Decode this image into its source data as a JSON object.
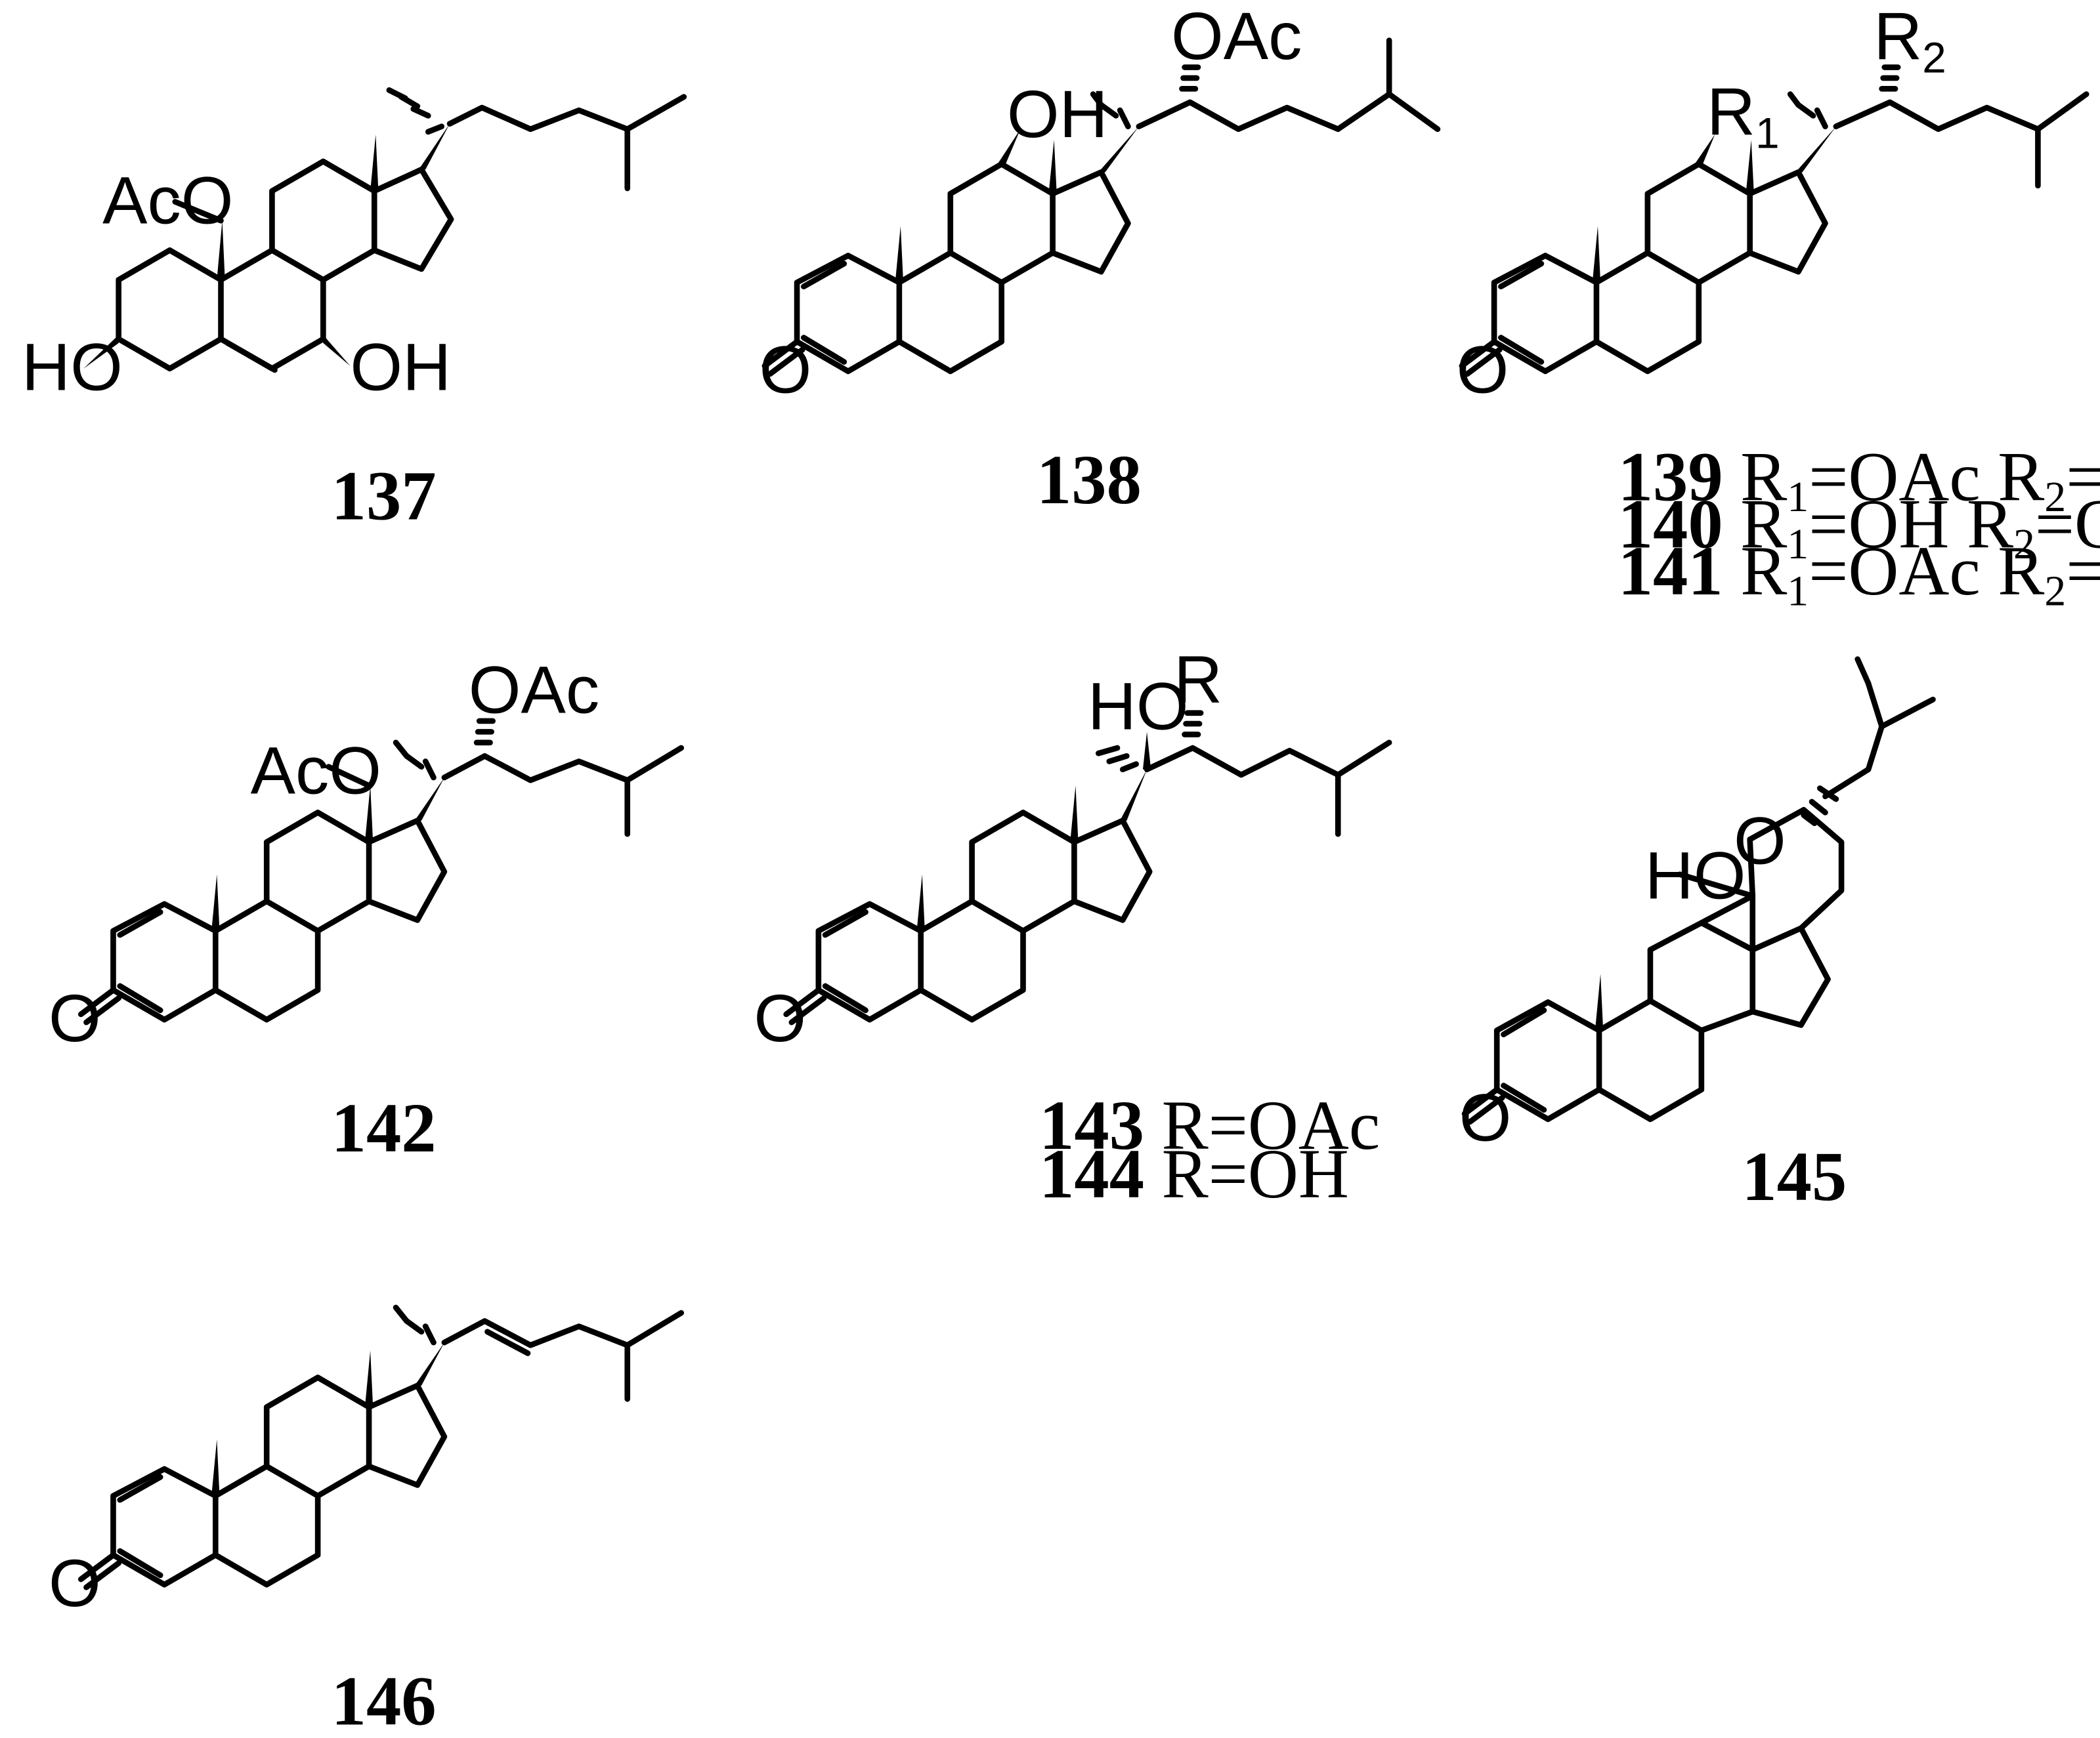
{
  "labels": {
    "s137": {
      "aco": "AcO",
      "ho3": "HO",
      "oh7": "OH"
    },
    "s138": {
      "oh12": "OH",
      "oac22": "OAc",
      "o3": "O"
    },
    "s139": {
      "r1": "R",
      "r1sub": "1",
      "r2": "R",
      "r2sub": "2",
      "o3": "O"
    },
    "s142": {
      "aco": "AcO",
      "oac22": "OAc",
      "o3": "O"
    },
    "s143": {
      "ho20": "HO",
      "r22": "R",
      "o3": "O"
    },
    "s145": {
      "ho": "HO",
      "oring": "O",
      "o3": "O"
    },
    "s146": {
      "o3": "O"
    }
  },
  "captions": {
    "c137": {
      "num": "137"
    },
    "c138": {
      "num": "138"
    },
    "c139": {
      "num": "139",
      "a": " R",
      "asub": "1",
      "b": "=OAc R",
      "bsub": "2",
      "c": "=OH"
    },
    "c140": {
      "num": "140",
      "a": " R",
      "asub": "1",
      "b": "=OH   R",
      "bsub": "2",
      "c": "=OAc"
    },
    "c141": {
      "num": "141",
      "a": " R",
      "asub": "1",
      "b": "=OAc R",
      "bsub": "2",
      "c": "=OAc"
    },
    "c142": {
      "num": "142"
    },
    "c143": {
      "num": "143",
      "rest": " R=OAc"
    },
    "c144": {
      "num": "144",
      "rest": " R=OH"
    },
    "c145": {
      "num": "145"
    },
    "c146": {
      "num": "146"
    }
  }
}
